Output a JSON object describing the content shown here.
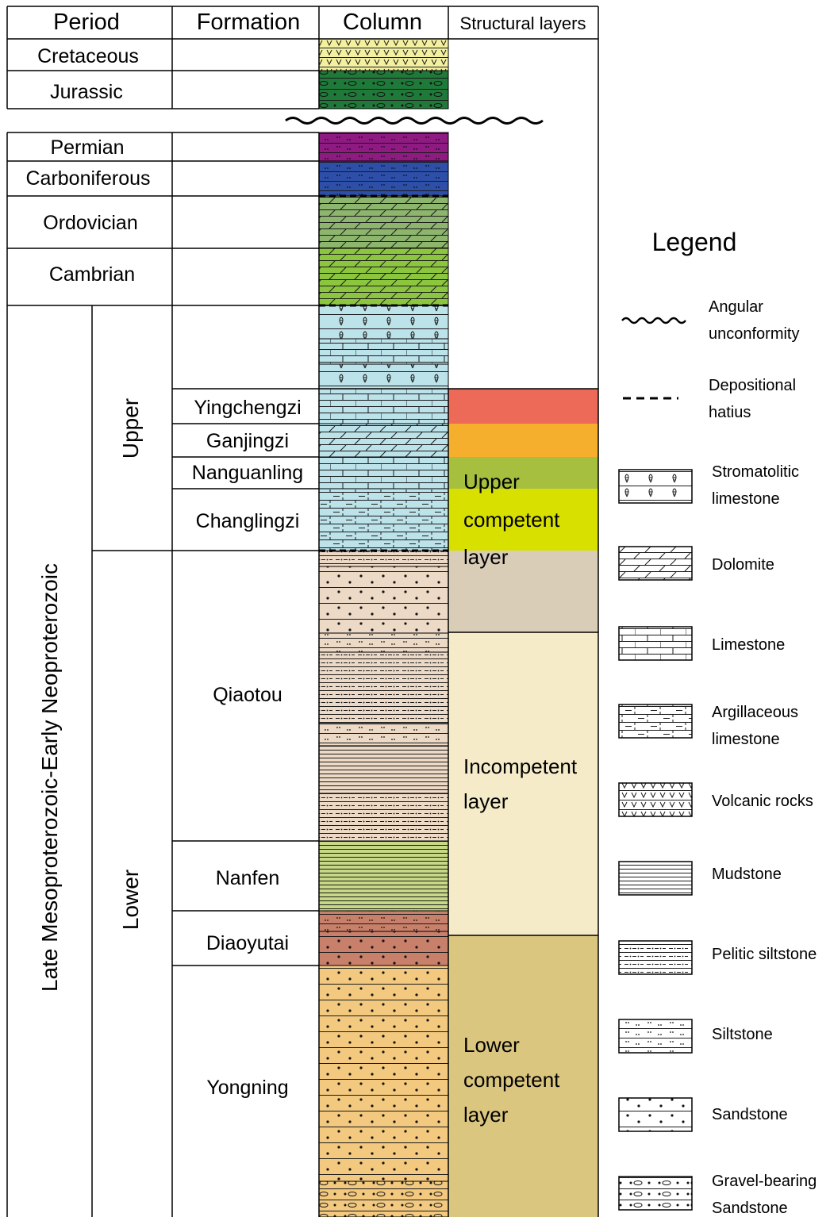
{
  "headers": {
    "period": "Period",
    "formation": "Formation",
    "column": "Column",
    "structural": "Structural layers"
  },
  "periods": {
    "cretaceous": "Cretaceous",
    "jurassic": "Jurassic",
    "permian": "Permian",
    "carboniferous": "Carboniferous",
    "ordovician": "Ordovician",
    "cambrian": "Cambrian",
    "proterozoic": "Late Mesoproterozoic-Early Neoproterozoic"
  },
  "subperiods": {
    "upper": "Upper",
    "lower": "Lower"
  },
  "formations": {
    "yingchengzi": "Yingchengzi",
    "ganjingzi": "Ganjingzi",
    "nanguanling": "Nanguanling",
    "changlingzi": "Changlingzi",
    "qiaotou": "Qiaotou",
    "nanfen": "Nanfen",
    "diaoyutai": "Diaoyutai",
    "yongning": "Yongning"
  },
  "structural_layers": {
    "upper": [
      "Upper",
      "competent",
      "layer"
    ],
    "incompetent": [
      "Incompetent",
      "layer"
    ],
    "lower": [
      "Lower",
      "competent",
      "layer"
    ]
  },
  "legend": {
    "title": "Legend",
    "items": [
      {
        "symbol": "angular-unconformity",
        "lines": [
          "Angular",
          "unconformity"
        ]
      },
      {
        "symbol": "depositional-hiatus",
        "lines": [
          "Depositional",
          "hatius"
        ]
      },
      {
        "symbol": "stromatolitic-limestone",
        "lines": [
          "Stromatolitic",
          "limestone"
        ]
      },
      {
        "symbol": "dolomite",
        "lines": [
          "Dolomite"
        ]
      },
      {
        "symbol": "limestone",
        "lines": [
          "Limestone"
        ]
      },
      {
        "symbol": "argillaceous-limestone",
        "lines": [
          "Argillaceous",
          "limestone"
        ]
      },
      {
        "symbol": "volcanic-rocks",
        "lines": [
          "Volcanic rocks"
        ]
      },
      {
        "symbol": "mudstone",
        "lines": [
          "Mudstone"
        ]
      },
      {
        "symbol": "pelitic-siltstone",
        "lines": [
          "Pelitic siltstone"
        ]
      },
      {
        "symbol": "siltstone",
        "lines": [
          "Siltstone"
        ]
      },
      {
        "symbol": "sandstone",
        "lines": [
          "Sandstone"
        ]
      },
      {
        "symbol": "gravel-bearing-sandstone",
        "lines": [
          "Gravel-bearing",
          "Sandstone"
        ]
      }
    ]
  },
  "colors": {
    "cretaceous": "#f3f0a0",
    "jurassic": "#1f7a3a",
    "permian": "#8e1a82",
    "carboniferous": "#2d4fa8",
    "ordovician": "#8db56e",
    "cambrian": "#8cc63f",
    "proterozoic_carbonate": "#bde3ea",
    "qiaotou": "#ecd9c6",
    "nanfen": "#c7d986",
    "diaoyutai": "#c8806a",
    "yongning": "#f2c97f",
    "sl_red": "#ec6a57",
    "sl_orange": "#f6ae2d",
    "sl_olive": "#a6bf3e",
    "sl_yellow": "#d8e000",
    "sl_taupe": "#d9cdb8",
    "sl_cream": "#f5ebc8",
    "sl_khaki": "#dbc680"
  }
}
